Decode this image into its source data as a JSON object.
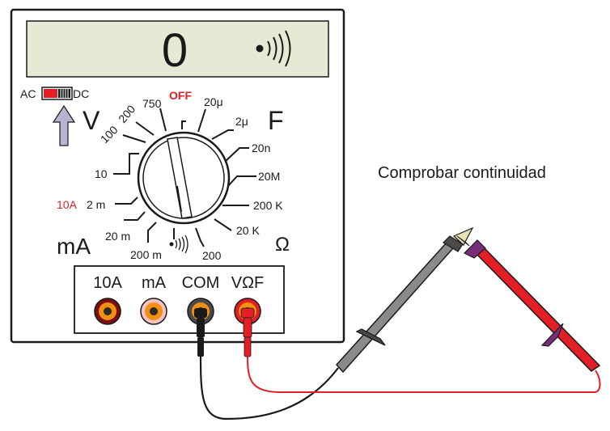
{
  "display": {
    "reading": "0",
    "continuity_symbol": "•)))"
  },
  "switch": {
    "ac_label": "AC",
    "dc_label": "DC"
  },
  "groups": {
    "volts": "V",
    "farads": "F",
    "milliamps": "mA",
    "ohms": "Ω"
  },
  "dial_labels": {
    "off": "OFF",
    "v_750": "750",
    "v_200": "200",
    "v_100": "100",
    "v_10": "10",
    "a_10a": "10A",
    "a_2m": "2 m",
    "a_20m": "20 m",
    "a_200m": "200 m",
    "cont": "•)))",
    "ohm_200": "200",
    "ohm_20k": "20 K",
    "ohm_200k": "200 K",
    "ohm_20M": "20M",
    "f_20n": "20n",
    "f_2u": "2μ",
    "f_20u": "20μ"
  },
  "jacks": {
    "a10": "10A",
    "ma": "mA",
    "com": "COM",
    "vohmf": "VΩF"
  },
  "caption": "Comprobar continuidad",
  "colors": {
    "red_lead": "#e31e24",
    "black_lead": "#1a1a1a",
    "lcd": "#e4ead3",
    "gray_probe": "#8a8a8a"
  }
}
